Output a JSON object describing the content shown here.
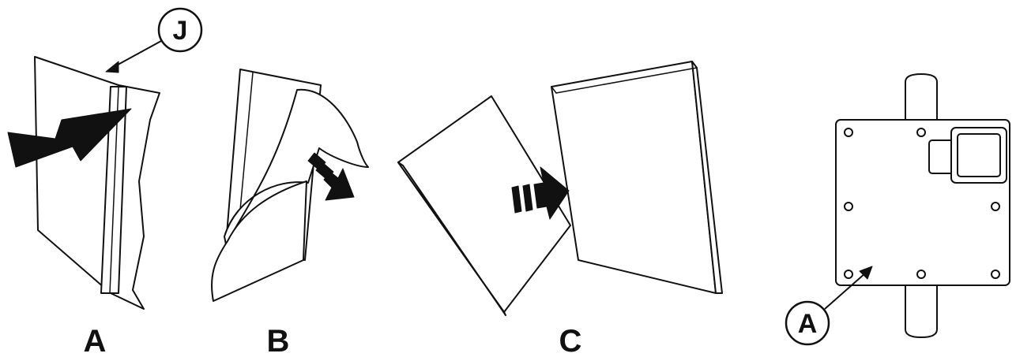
{
  "steps": [
    {
      "label": "A"
    },
    {
      "label": "B"
    },
    {
      "label": "C"
    }
  ],
  "callouts": [
    {
      "letter": "J"
    },
    {
      "letter": "A"
    }
  ],
  "colors": {
    "ink": "#111111",
    "background": "#ffffff"
  }
}
